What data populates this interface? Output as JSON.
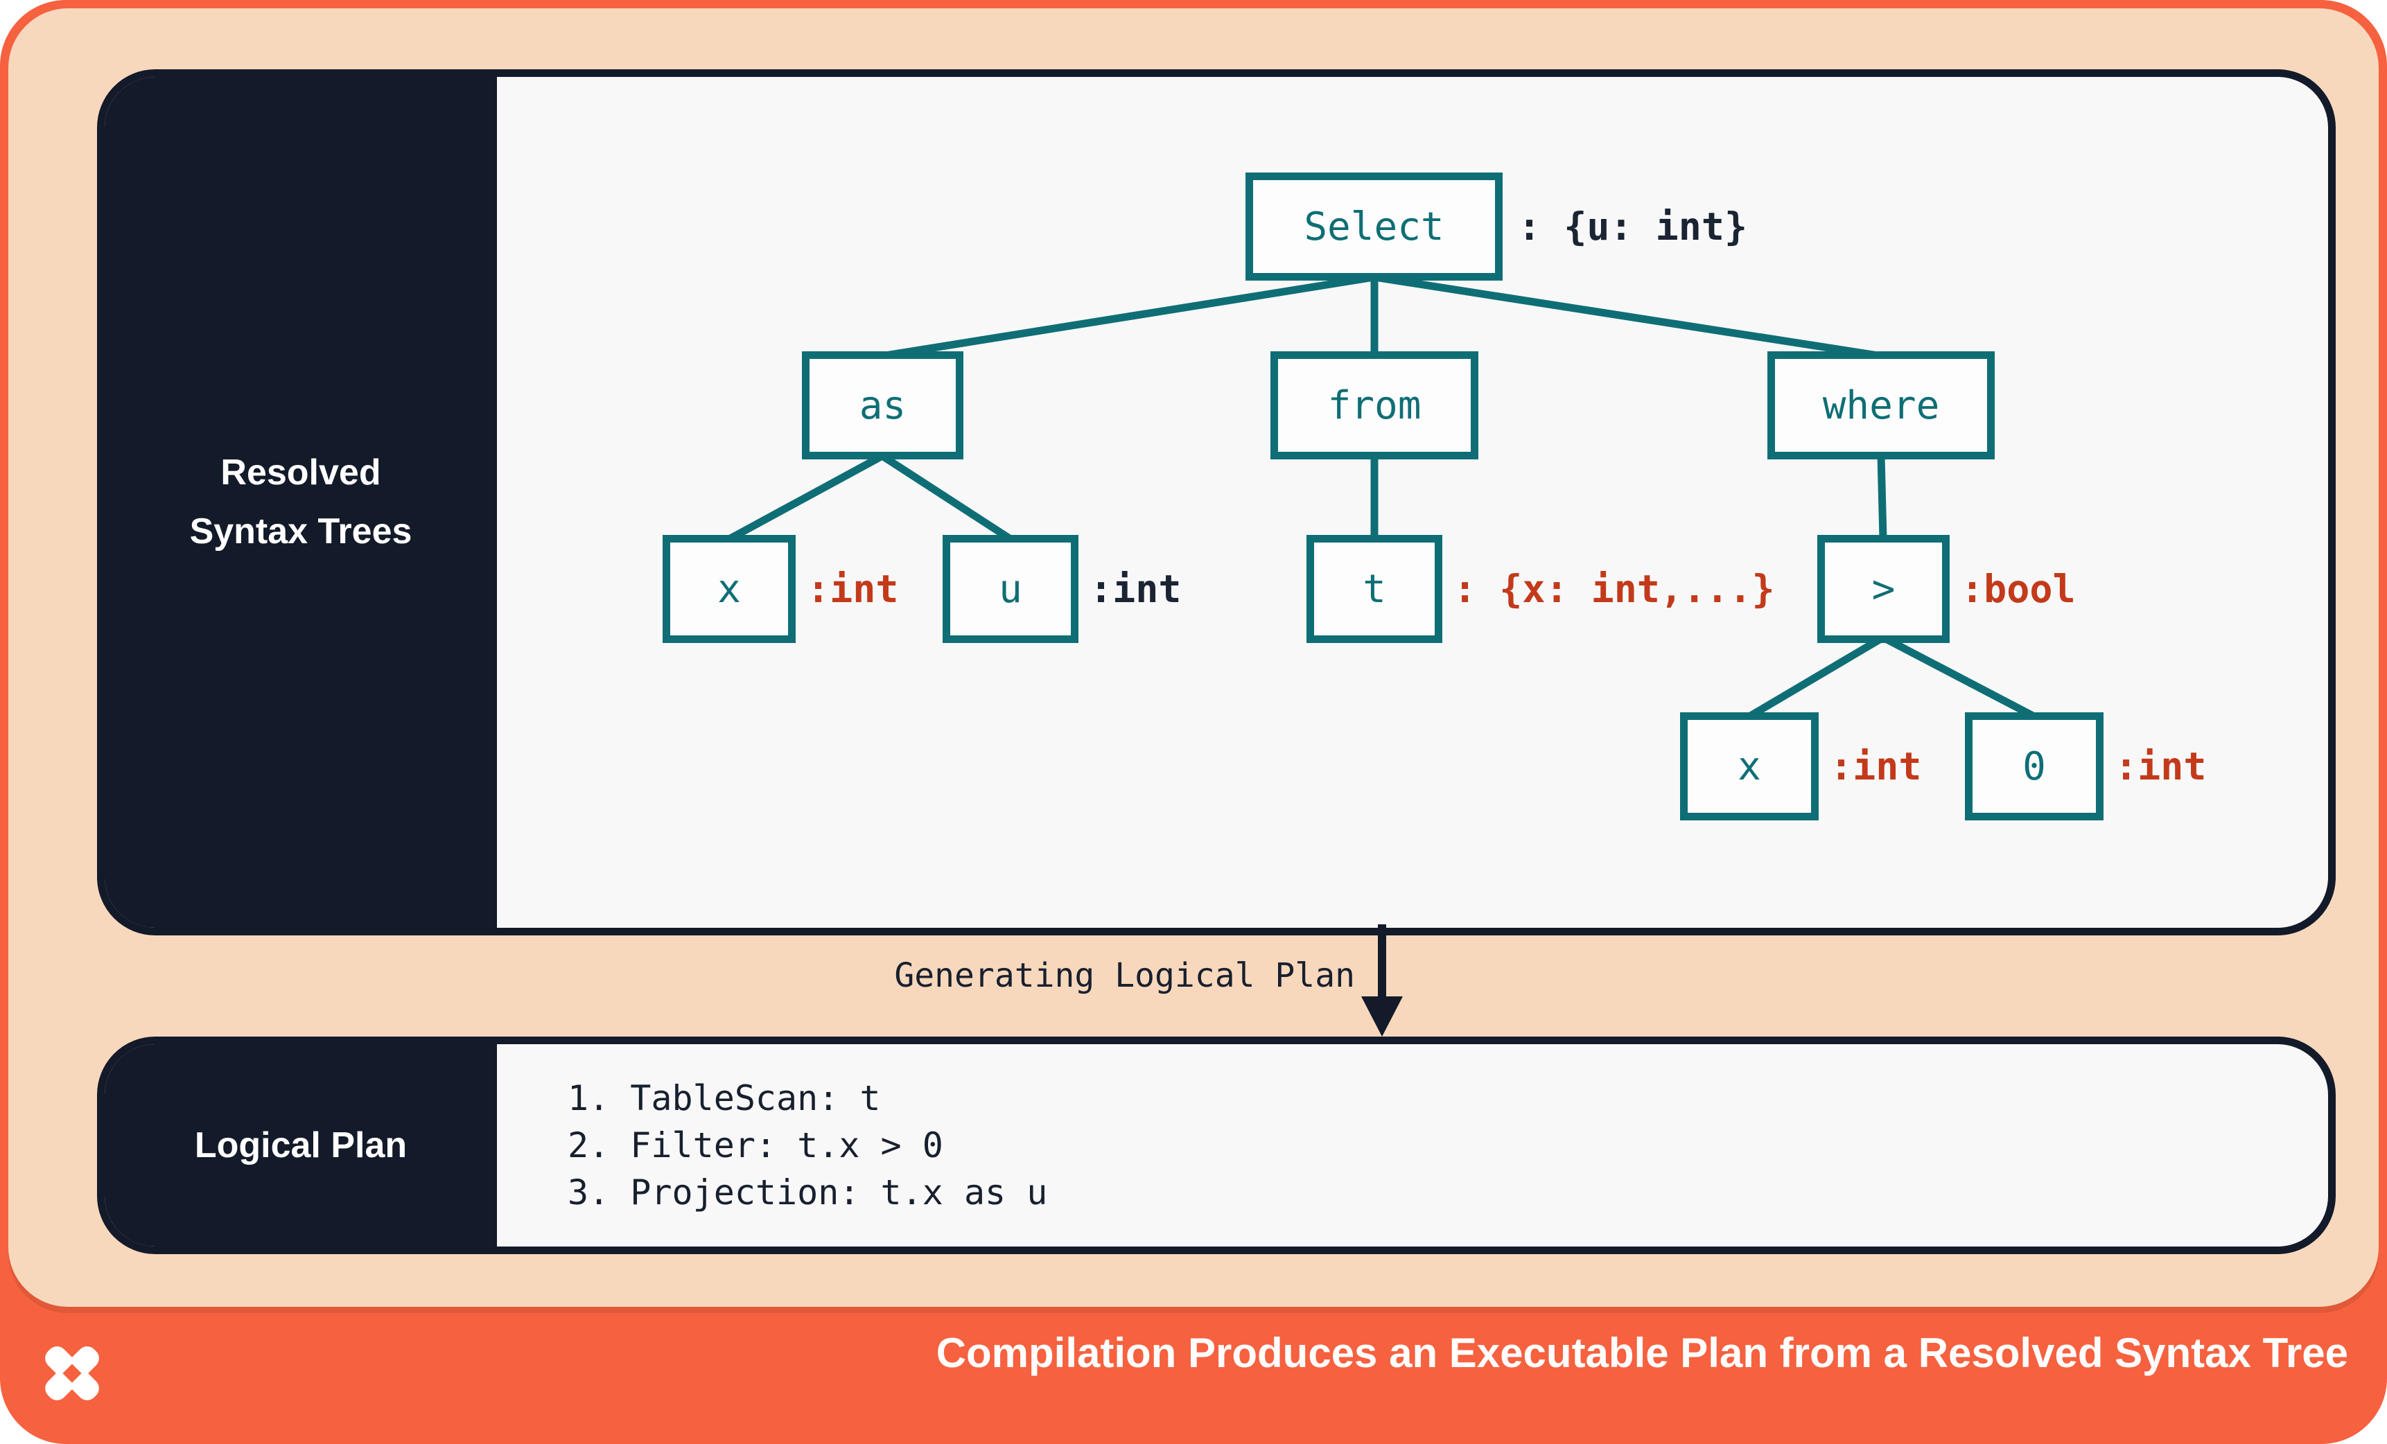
{
  "colors": {
    "coral": "#F6613F",
    "peach": "#F8D8BD",
    "navy": "#131A29",
    "teal": "#0F6E75",
    "red_annotation": "#C33A1A",
    "card_background": "#F8F8F9",
    "white": "#FFFFFF"
  },
  "resolved_panel": {
    "label_line_1": "Resolved",
    "label_line_2": "Syntax Trees"
  },
  "tree": {
    "nodes": {
      "select": {
        "label": "Select",
        "annotation": ": {u: int}",
        "annotation_color": "navy"
      },
      "as": {
        "label": "as"
      },
      "from": {
        "label": "from"
      },
      "where": {
        "label": "where"
      },
      "x1": {
        "label": "x",
        "annotation": ":int",
        "annotation_color": "red"
      },
      "u": {
        "label": "u",
        "annotation": ":int",
        "annotation_color": "navy"
      },
      "t": {
        "label": "t",
        "annotation": ": {x: int,...}",
        "annotation_color": "red"
      },
      "gt": {
        "label": ">",
        "annotation": ":bool",
        "annotation_color": "red"
      },
      "x2": {
        "label": "x",
        "annotation": ":int",
        "annotation_color": "red"
      },
      "zero": {
        "label": "0",
        "annotation": ":int",
        "annotation_color": "red"
      }
    }
  },
  "transition": {
    "label": "Generating Logical Plan",
    "arrow_icon": "down-arrow"
  },
  "logical_panel": {
    "label": "Logical Plan",
    "steps": [
      "1. TableScan: t",
      "2. Filter: t.x > 0",
      "3. Projection: t.x as u"
    ]
  },
  "footer": {
    "logo_icon": "pinwheel-x-logo",
    "title": "Compilation Produces an Executable Plan from a Resolved Syntax Tree"
  }
}
